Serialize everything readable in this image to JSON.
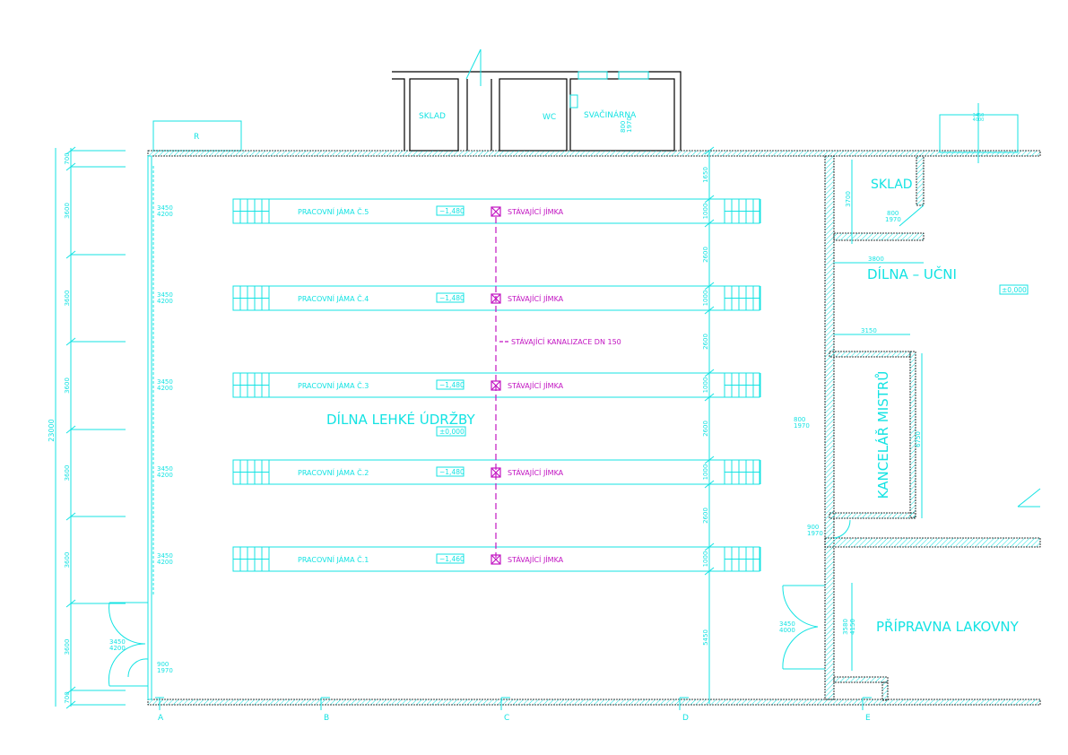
{
  "colors": {
    "line": "#14e3e3",
    "sewer": "#c214c2",
    "wall": "#000000"
  },
  "rooms": {
    "main_hall": "DÍLNA LEHKÉ ÚDRŽBY",
    "main_hall_level": "±0,000",
    "sklad_top": "SKLAD",
    "wc": "WC",
    "svacinarna": "SVAČINÁRNA",
    "r_box": "R",
    "sklad_right": "SKLAD",
    "dilna_ucni": "DÍLNA – UČNI",
    "dilna_ucni_level": "±0,000",
    "kancelar": "KANCELÁŘ MISTRŮ",
    "pripravna": "PŘÍPRAVNA LAKOVNY"
  },
  "pits": [
    {
      "label": "PRACOVNÍ JÁMA Č.5",
      "level": "−1,480",
      "sump": "STÁVAJÍCÍ JÍMKA",
      "window": [
        "3450",
        "4200"
      ]
    },
    {
      "label": "PRACOVNÍ JÁMA Č.4",
      "level": "−1,480",
      "sump": "STÁVAJÍCÍ JÍMKA",
      "window": [
        "3450",
        "4200"
      ]
    },
    {
      "label": "PRACOVNÍ JÁMA Č.3",
      "level": "−1,480",
      "sump": "STÁVAJÍCÍ JÍMKA",
      "window": [
        "3450",
        "4200"
      ]
    },
    {
      "label": "PRACOVNÍ JÁMA Č.2",
      "level": "−1,480",
      "sump": "STÁVAJÍCÍ JÍMKA",
      "window": [
        "3450",
        "4200"
      ]
    },
    {
      "label": "PRACOVNÍ JÁMA Č.1",
      "level": "−1,460",
      "sump": "STÁVAJÍCÍ JÍMKA",
      "window": [
        "3450",
        "4200"
      ]
    }
  ],
  "sewer_label": "STÁVAJÍCÍ KANALIZACE DN 150",
  "left_dims": {
    "total": "23000",
    "segments": [
      "700",
      "3600",
      "3600",
      "3600",
      "3600",
      "3600",
      "3600",
      "700"
    ]
  },
  "right_dims": [
    "1650",
    "1000",
    "2600",
    "1000",
    "2600",
    "1000",
    "2600",
    "1000",
    "2600",
    "1000",
    "5450"
  ],
  "door_dims": {
    "left_gate": [
      "3450",
      "4200"
    ],
    "left_door": [
      "900",
      "1970"
    ],
    "top_door": [
      "800",
      "1970"
    ],
    "sklad_door": [
      "800",
      "1970"
    ],
    "kancelar_door": [
      "800",
      "1970"
    ],
    "lower_door": [
      "900",
      "1970"
    ],
    "lakovna_gate": [
      "3450",
      "4000"
    ],
    "lakovna_opening": [
      "3580",
      "4150"
    ],
    "top_right_gate": [
      "3450",
      "4000"
    ]
  },
  "room_dims": {
    "sklad_height": "3700",
    "sklad_width": "3800",
    "kancelar_width": "3150",
    "kancelar_height": "6750"
  },
  "axes": [
    "A",
    "B",
    "C",
    "D",
    "E"
  ]
}
